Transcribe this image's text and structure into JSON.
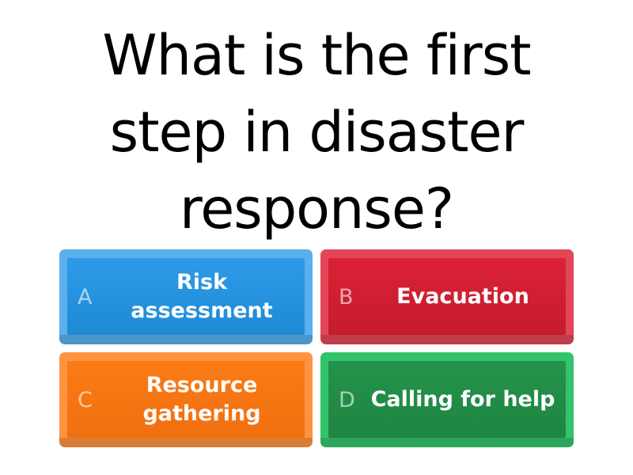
{
  "question": {
    "text": "What is the first step in disaster response?"
  },
  "answers": [
    {
      "letter": "A",
      "label": "Risk assessment",
      "color": "#2d9be8"
    },
    {
      "letter": "B",
      "label": "Evacuation",
      "color": "#dc2135"
    },
    {
      "letter": "C",
      "label": "Resource gathering",
      "color": "#fb7b16"
    },
    {
      "letter": "D",
      "label": "Calling for help",
      "color": "#24934a"
    }
  ]
}
